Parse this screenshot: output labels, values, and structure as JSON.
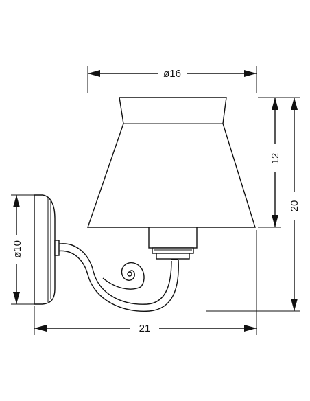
{
  "diagram": {
    "dimensions": {
      "shade_diameter": "ø16",
      "shade_height": "12",
      "total_height": "20",
      "backplate_diameter": "ø10",
      "total_depth": "21"
    },
    "colors": {
      "line": "#111111",
      "background": "#ffffff"
    }
  }
}
